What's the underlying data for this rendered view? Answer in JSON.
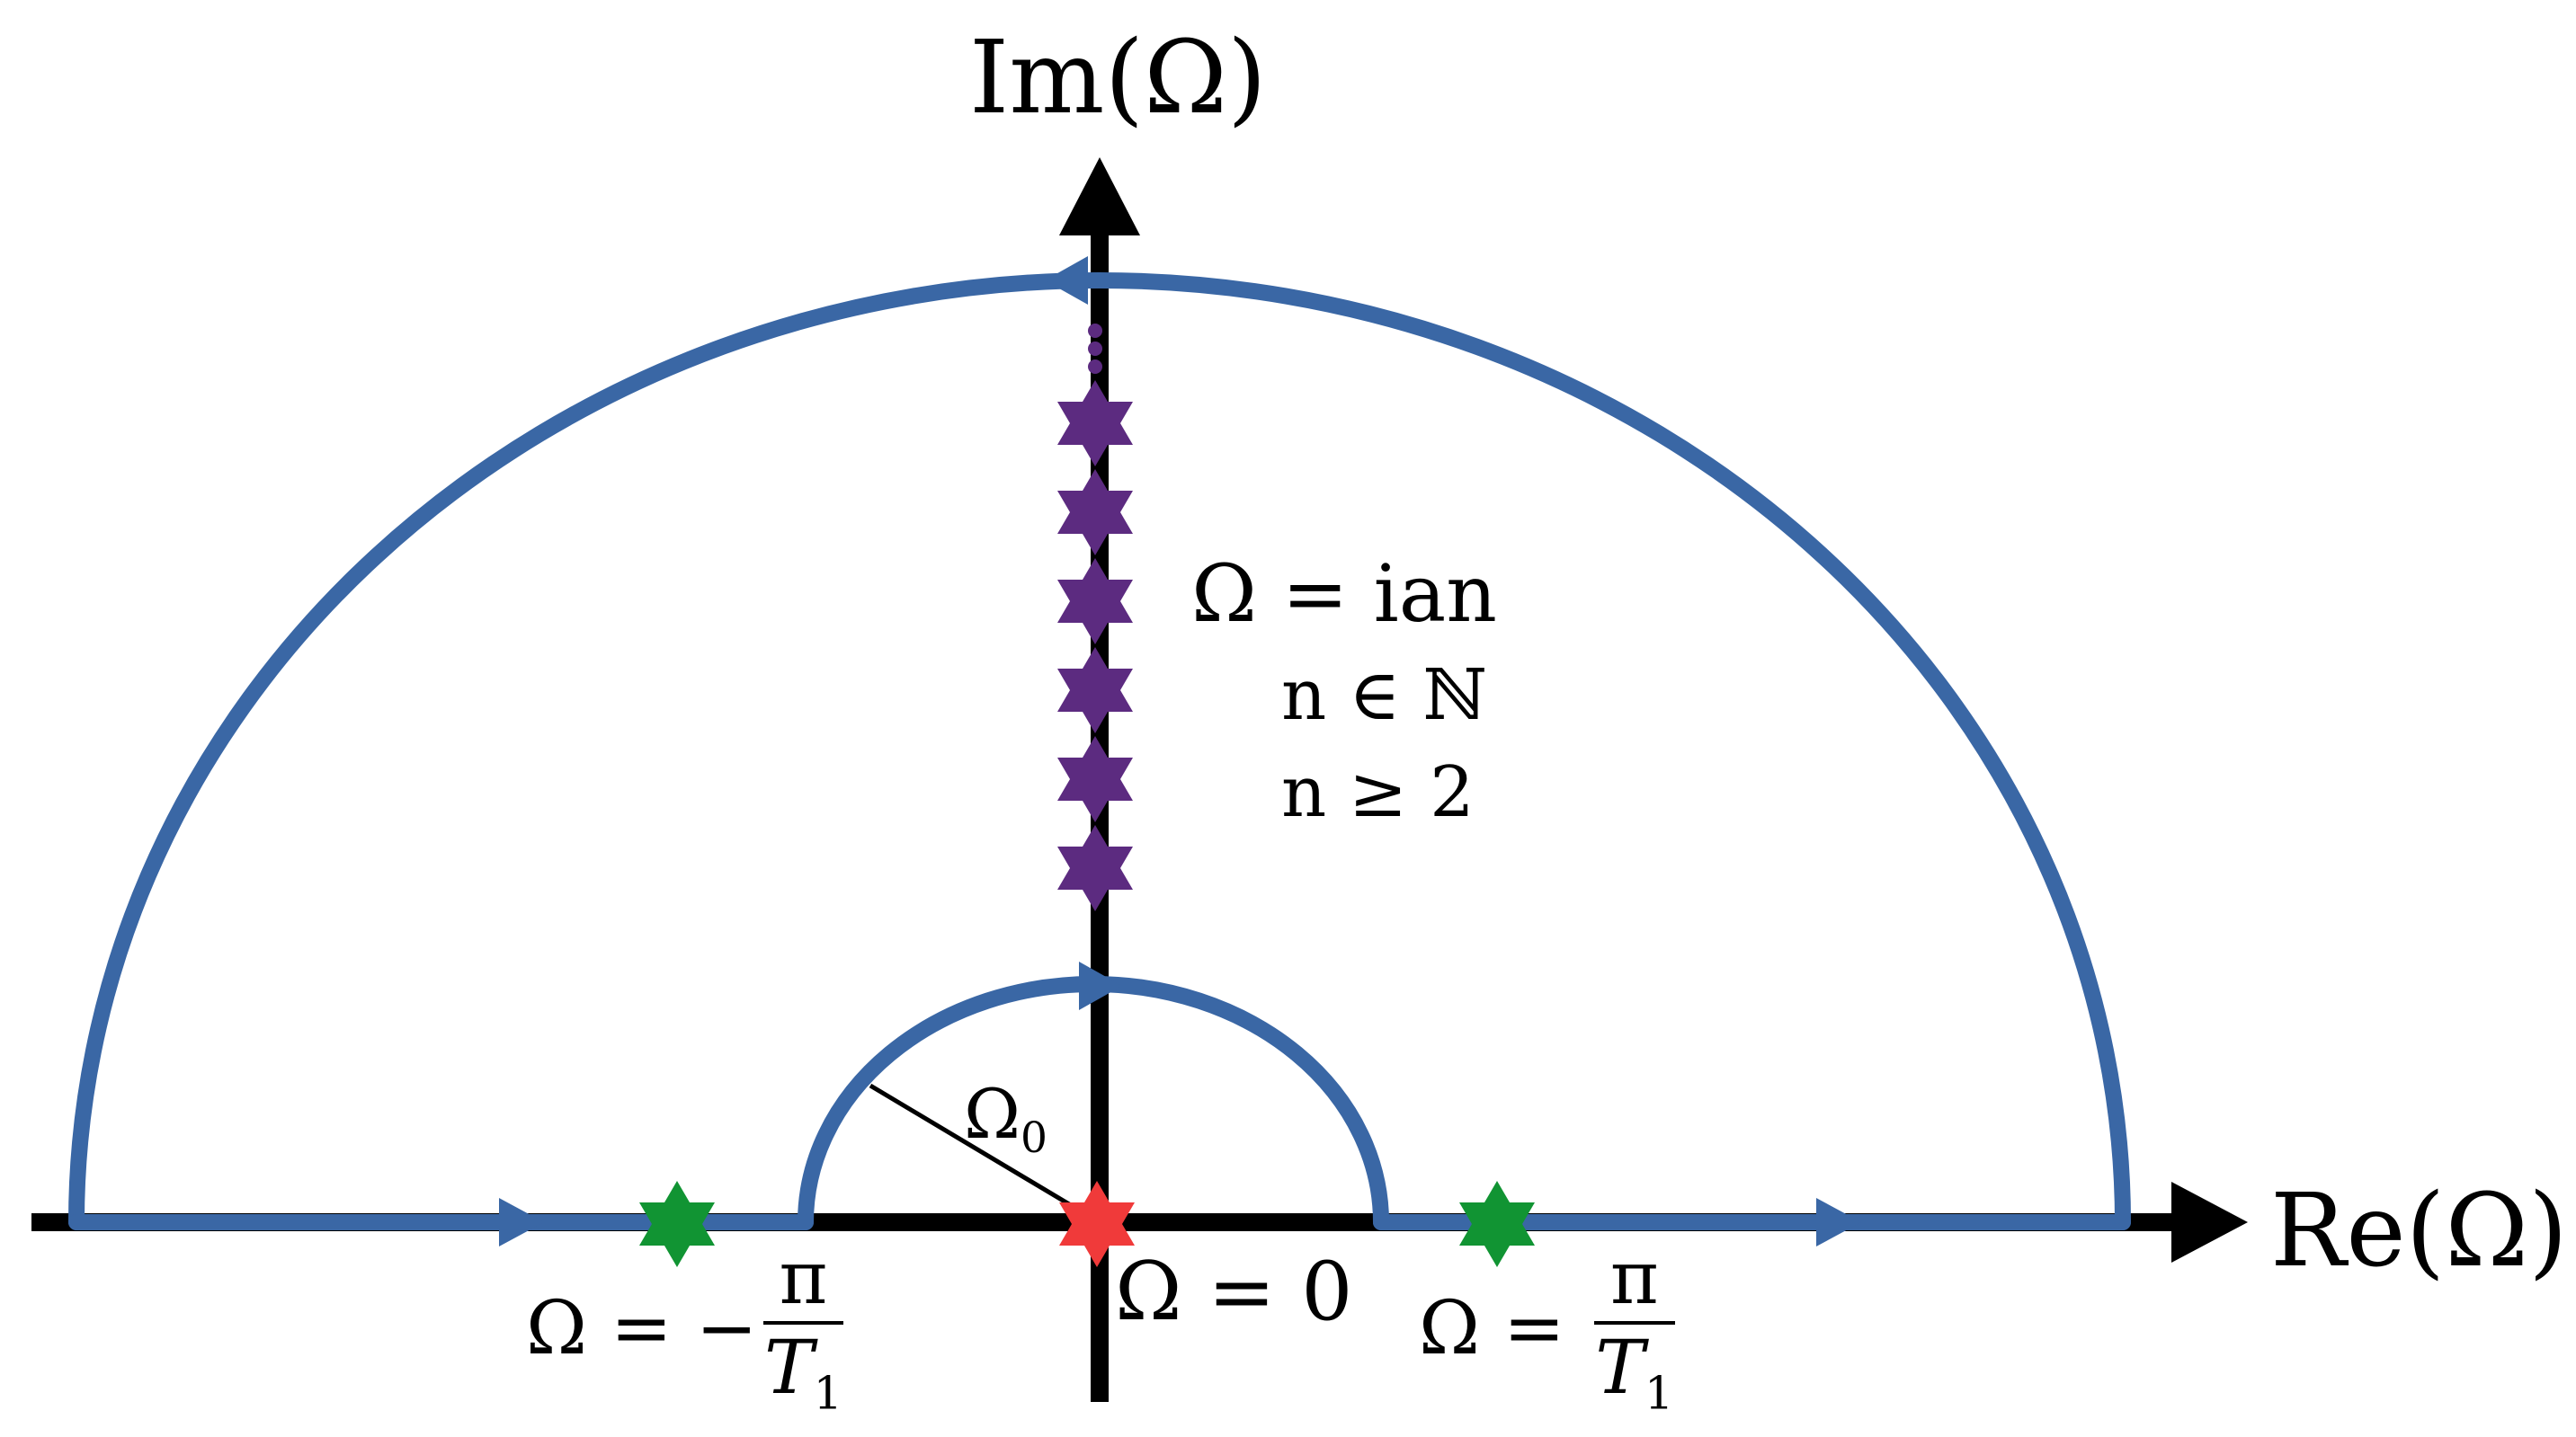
{
  "axes": {
    "x_label": "Re(Ω)",
    "y_label": "Im(Ω)"
  },
  "colors": {
    "axis": "#000000",
    "contour": "#3a67a5",
    "pole_upper": "#5c2b80",
    "pole_real": "#119433",
    "pole_origin": "#f03a3a",
    "radius_line": "#000000"
  },
  "poles": {
    "origin": {
      "count": 1,
      "label": "Ω = 0"
    },
    "real_axis": {
      "count": 2,
      "left_label": {
        "prefix": "Ω = −",
        "numerator": "π",
        "denominator": "T",
        "denominator_sub": "1"
      },
      "right_label": {
        "prefix": "Ω = ",
        "numerator": "π",
        "denominator": "T",
        "denominator_sub": "1"
      }
    },
    "imaginary_axis": {
      "count_shown": 6,
      "ellipsis_dots": 3,
      "label_lines": [
        "Ω = ian",
        "n ∈ ℕ",
        "n ≥ 2"
      ]
    }
  },
  "radius": {
    "symbol": "Ω",
    "subscript": "0"
  }
}
